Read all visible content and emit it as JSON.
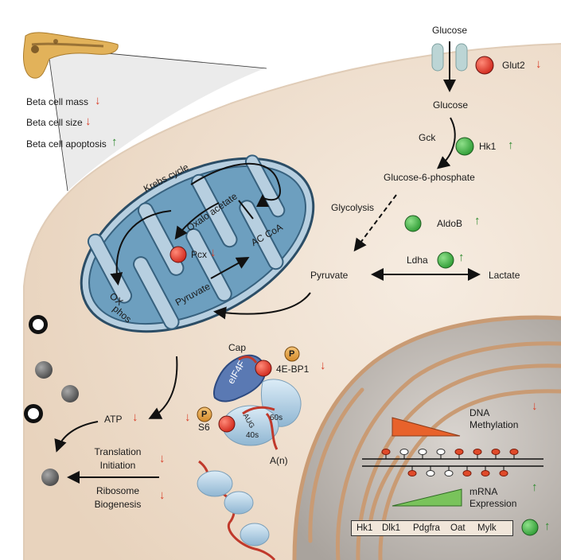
{
  "pancreas_panel": {
    "beta_cell_mass": "Beta cell mass",
    "beta_cell_size": "Beta cell size",
    "beta_cell_apoptosis": "Beta cell apoptosis"
  },
  "glucose_pathway": {
    "glucose_top": "Glucose",
    "glut2": "Glut2",
    "glucose_mid": "Glucose",
    "gck": "Gck",
    "hk1": "Hk1",
    "g6p": "Glucose-6-phosphate",
    "glycolysis": "Glycolysis",
    "aldob": "AldoB",
    "ldha": "Ldha",
    "pyruvate": "Pyruvate",
    "lactate": "Lactate"
  },
  "mitochondrion": {
    "krebs": "Krebs cycle",
    "oxalo": "Oxalo acetate",
    "accoa": "AC CoA",
    "pcx": "Pcx",
    "pyruvate": "Pyruvate",
    "ox": "OX",
    "phos": "phos"
  },
  "translation": {
    "cap": "Cap",
    "p1": "P",
    "fourebp1": "4E-BP1",
    "eif4f": "eIF4F",
    "p2": "P",
    "s6": "S6",
    "aug": "AUG",
    "s60": "60s",
    "s40": "40s",
    "an": "A(n)",
    "atp": "ATP",
    "translation_initiation_1": "Translation",
    "translation_initiation_2": "Initiation",
    "ribosome_biogenesis_1": "Ribosome",
    "ribosome_biogenesis_2": "Biogenesis"
  },
  "nucleus": {
    "dna_methylation_1": "DNA",
    "dna_methylation_2": "Methylation",
    "mrna_expression_1": "mRNA",
    "mrna_expression_2": "Expression",
    "genes": [
      "Hk1",
      "Dlk1",
      "Pdgfra",
      "Oat",
      "Mylk"
    ]
  },
  "colors": {
    "down_arrow": "#d9412b",
    "up_arrow": "#2e8a2e",
    "down_circle": "#e2443a",
    "up_circle": "#4fb04f",
    "mitochondrion": "#6d9fbf",
    "cytoplasm": "#f1e3d3"
  }
}
